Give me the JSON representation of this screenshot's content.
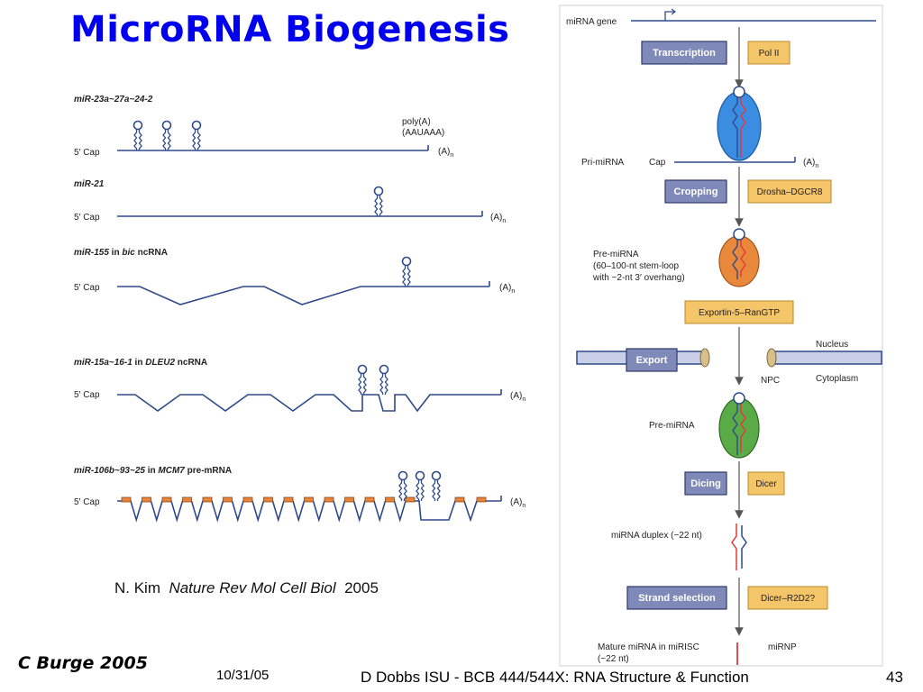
{
  "title": "MicroRNA Biogenesis",
  "genes": [
    {
      "name": "miR-23a~27a~24-2",
      "cap": "5′ Cap",
      "polya": "(A)",
      "polya_sub": "n",
      "polya_signal_1": "poly(A)",
      "polya_signal_2": "(AAUAAA)"
    },
    {
      "name": "miR-21",
      "cap": "5′ Cap",
      "polya": "(A)",
      "polya_sub": "n"
    },
    {
      "name": "miR-155",
      "name_rest": " in ",
      "host": "bic",
      "host_rest": " ncRNA",
      "cap": "5′ Cap",
      "polya": "(A)",
      "polya_sub": "n"
    },
    {
      "name": "miR-15a~16-1",
      "name_rest": " in ",
      "host": "DLEU2",
      "host_rest": " ncRNA",
      "cap": "5′ Cap",
      "polya": "(A)",
      "polya_sub": "n"
    },
    {
      "name": "miR-106b~93~25",
      "name_rest": " in ",
      "host": "MCM7",
      "host_rest": " pre-mRNA",
      "cap": "5′ Cap",
      "polya": "(A)",
      "polya_sub": "n"
    }
  ],
  "citation": {
    "author": "N. Kim",
    "journal": "Nature Rev Mol Cell Biol",
    "year": "2005"
  },
  "author_credit": "C Burge 2005",
  "footer": {
    "date": "10/31/05",
    "course": "D Dobbs ISU - BCB 444/544X: RNA Structure & Function",
    "page": "43"
  },
  "pathway": {
    "gene_label": "miRNA gene",
    "steps": [
      {
        "label": "Transcription",
        "enzyme": "Pol II"
      },
      {
        "label": "Cropping",
        "enzyme": "Drosha–DGCR8"
      },
      {
        "label": "Dicing",
        "enzyme": "Dicer"
      },
      {
        "label": "Strand selection",
        "enzyme": "Dicer–R2D2?"
      }
    ],
    "export_label": "Export",
    "exportin": "Exportin-5–RanGTP",
    "pri_mirna": "Pri-miRNA",
    "cap": "Cap",
    "polya": "(A)",
    "polya_sub": "n",
    "pre_mirna_1": "Pre-miRNA",
    "pre_mirna_detail_1": "(60–100-nt stem-loop",
    "pre_mirna_detail_2": "with ~2-nt 3′ overhang)",
    "nucleus": "Nucleus",
    "cytoplasm": "Cytoplasm",
    "npc": "NPC",
    "pre_mirna_2": "Pre-miRNA",
    "duplex": "miRNA duplex (~22 nt)",
    "mature_1": "Mature miRNA in miRISC",
    "mature_2": "(~22 nt)",
    "mirnp": "miRNP"
  },
  "colors": {
    "title": "#0000ee",
    "rna_line": "#2e4a8a",
    "step_box": "#7f8ab8",
    "enzyme_box": "#f5c56a",
    "exon": "#e8843a",
    "hairpin_blue": "#3a8de0",
    "hairpin_orange": "#e8883a",
    "hairpin_green": "#5aaa48",
    "strand_red": "#e23a3a"
  }
}
